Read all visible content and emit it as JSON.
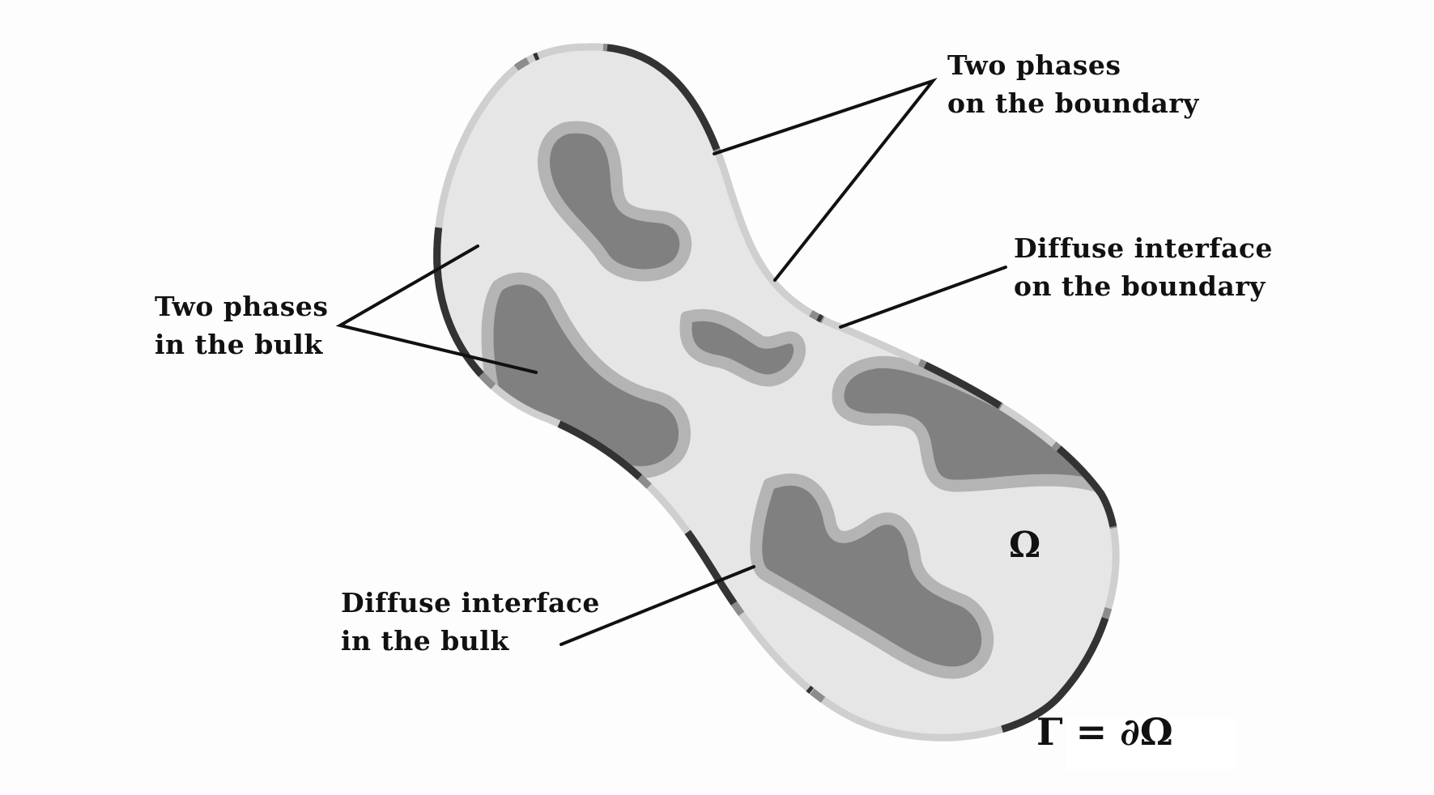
{
  "labels": {
    "boundary_phases": {
      "line1": "Two phases",
      "line2": "on the boundary"
    },
    "boundary_interface": {
      "line1": "Diffuse interface",
      "line2": "on the boundary"
    },
    "bulk_phases": {
      "line1": "Two phases",
      "line2": "in the bulk"
    },
    "bulk_interface": {
      "line1": "Diffuse interface",
      "line2": "in the bulk"
    }
  },
  "symbols": {
    "domain": "Ω",
    "boundary": "Γ = ∂Ω"
  },
  "colors": {
    "background": "#fdfdfd",
    "bulk_light_phase": "#e6e6e6",
    "bulk_dark_phase": "#808080",
    "bulk_interface": "#b4b4b4",
    "boundary_light_phase": "#cfcfcf",
    "boundary_dark_phase": "#333333",
    "boundary_interface": "#8c8c8c",
    "leader_lines": "#111111"
  }
}
